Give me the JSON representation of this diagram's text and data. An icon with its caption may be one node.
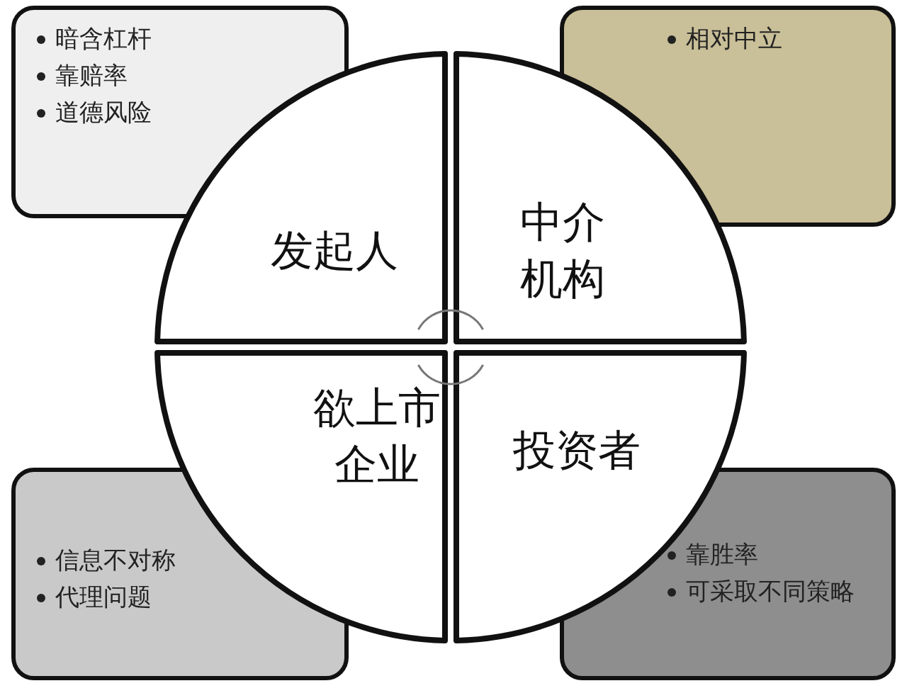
{
  "diagram": {
    "nodes": [
      {
        "text": [
          "暗含杠杆",
          "靠赔率",
          "道德风险"
        ]
      },
      {
        "text": [
          "相对中立"
        ]
      },
      {
        "text": [
          "发起人"
        ]
      },
      {
        "text": [
          "中介机构"
        ]
      },
      {
        "text": [
          "欲上市企业"
        ]
      },
      {
        "text": [
          "投资者"
        ]
      },
      {
        "text": [
          "信息不对称",
          "代理问题"
        ]
      },
      {
        "text": [
          "靠胜率",
          "可采取不同策略"
        ]
      }
    ]
  }
}
